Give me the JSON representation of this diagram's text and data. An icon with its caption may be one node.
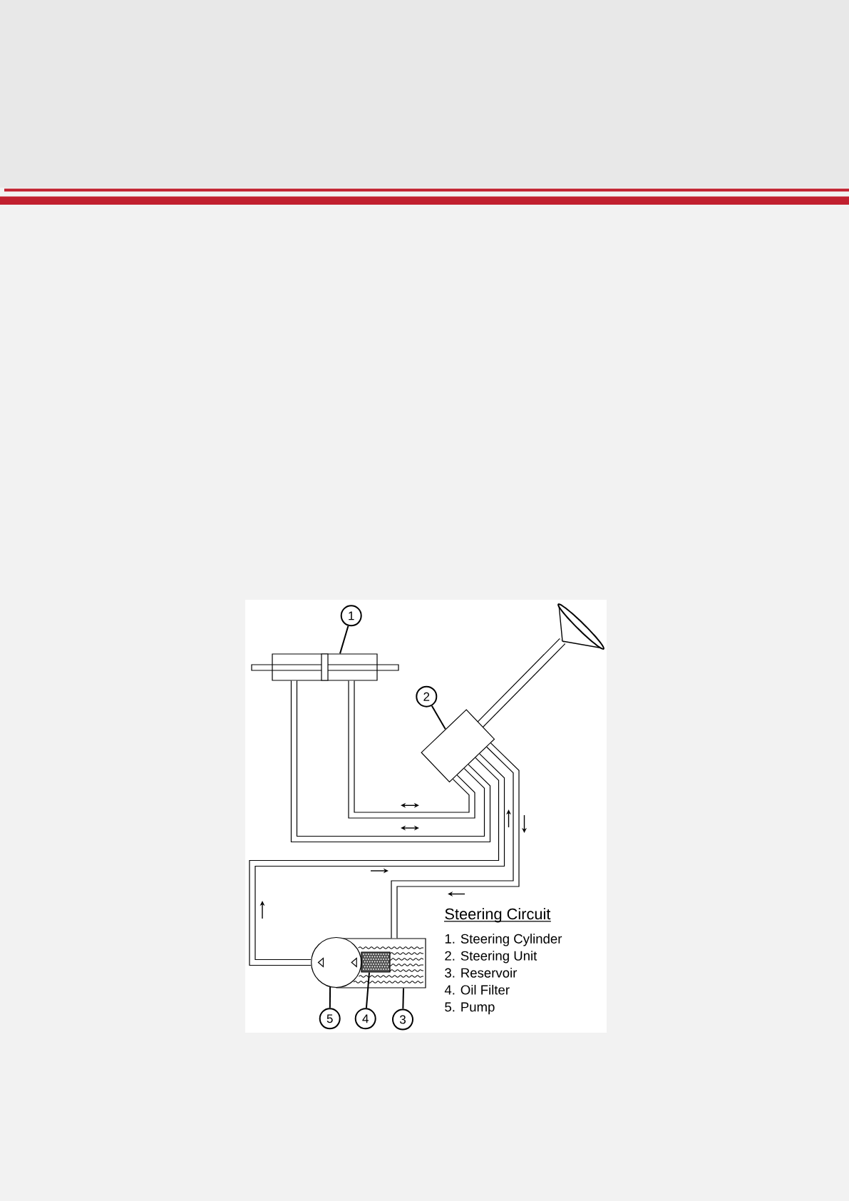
{
  "diagram": {
    "title": "Steering Circuit",
    "nodes": [
      {
        "text": [
          "1"
        ]
      },
      {
        "text": [],
        "shape": "box"
      },
      {
        "text": [
          "2"
        ]
      },
      {
        "text": [],
        "shape": "box"
      },
      {
        "text": [],
        "shape": "circle"
      },
      {
        "text": [],
        "shape": "box"
      },
      {
        "text": [],
        "shape": "box",
        "in": 5
      },
      {
        "text": [
          "5"
        ]
      },
      {
        "text": [
          "4"
        ]
      },
      {
        "text": [
          "3"
        ]
      }
    ],
    "edges": [
      {
        "from": 0,
        "to": 1,
        "arrow": "none"
      },
      {
        "from": 2,
        "to": 3,
        "arrow": "none"
      },
      {
        "from": 3,
        "to": 1,
        "arrow": "none",
        "style": "thick"
      },
      {
        "from": 3,
        "to": 1,
        "arrow": "none",
        "style": "thick"
      },
      {
        "from": 4,
        "to": 3,
        "arrow": "none",
        "style": "thick"
      },
      {
        "from": 3,
        "to": 5,
        "arrow": "none",
        "style": "thick"
      },
      {
        "from": 7,
        "to": 4,
        "arrow": "none"
      },
      {
        "from": 8,
        "to": 6,
        "arrow": "none"
      },
      {
        "from": 9,
        "to": 5,
        "arrow": "none"
      }
    ],
    "labels": [
      "1. Steering Cylinder",
      "2. Steering Unit",
      "3. Reservoir",
      "4. Oil Filter",
      "5. Pump"
    ]
  }
}
